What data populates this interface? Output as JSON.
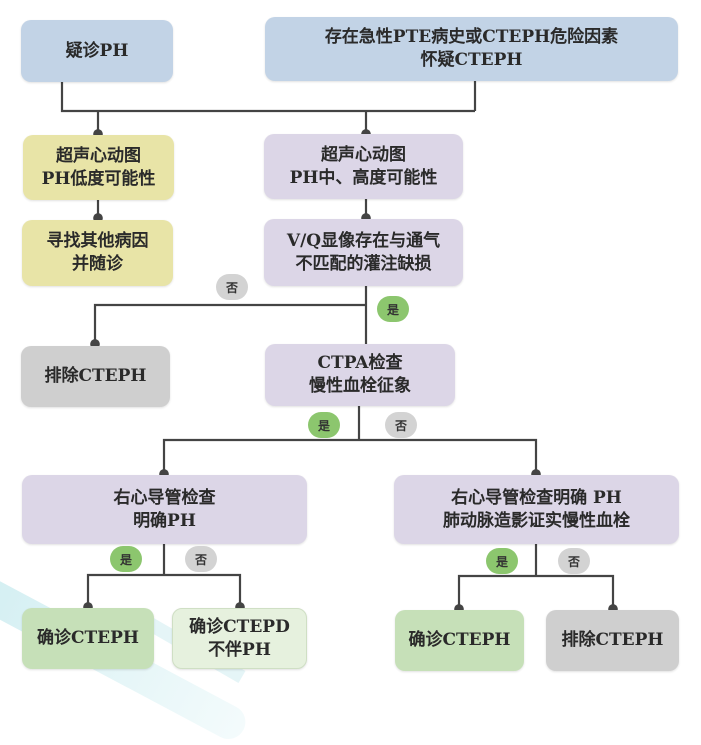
{
  "title": "CTEPH diagnostic flowchart",
  "colors": {
    "start": "#c2d3e6",
    "low_probability": "#e8e4a7",
    "process": "#dcd6e7",
    "exclude": "#cfcfcf",
    "confirm": "#c6e0b8",
    "confirm_light": "#e6f1de",
    "yes_badge": "#8cc66e",
    "no_badge": "#d3d3d3",
    "connector": "#444444"
  },
  "nodes": {
    "suspect_ph": {
      "lines": [
        "疑诊PH"
      ]
    },
    "pte_history": {
      "lines": [
        "存在急性PTE病史或CTEPH危险因素",
        "怀疑CTEPH"
      ]
    },
    "echo_low": {
      "lines": [
        "超声心动图",
        "PH低度可能性"
      ]
    },
    "echo_mid_high": {
      "lines": [
        "超声心动图",
        "PH中、高度可能性"
      ]
    },
    "other_causes": {
      "lines": [
        "寻找其他病因",
        "并随诊"
      ]
    },
    "vq_scan": {
      "lines": [
        "V/Q显像存在与通气",
        "不匹配的灌注缺损"
      ]
    },
    "exclude_cteph_1": {
      "lines": [
        "排除CTEPH"
      ]
    },
    "ctpa": {
      "lines": [
        "CTPA检查",
        "慢性血栓征象"
      ]
    },
    "rhc_left": {
      "lines": [
        "右心导管检查",
        "明确PH"
      ]
    },
    "rhc_right": {
      "lines": [
        "右心导管检查明确 PH",
        "肺动脉造影证实慢性血栓"
      ]
    },
    "confirm_cteph_left": {
      "lines": [
        "确诊CTEPH"
      ]
    },
    "confirm_ctepd": {
      "lines": [
        "确诊CTEPD",
        "不伴PH"
      ]
    },
    "confirm_cteph_right": {
      "lines": [
        "确诊CTEPH"
      ]
    },
    "exclude_cteph_2": {
      "lines": [
        "排除CTEPH"
      ]
    }
  },
  "badges": {
    "yes": "是",
    "no": "否"
  },
  "edges": [
    {
      "from": "suspect_ph",
      "to": "echo_mid_high"
    },
    {
      "from": "pte_history",
      "to": "echo_mid_high"
    },
    {
      "from": "echo_low",
      "to": "other_causes"
    },
    {
      "from": "echo_mid_high",
      "to": "vq_scan"
    },
    {
      "from": "vq_scan",
      "to": "exclude_cteph_1",
      "label": "否"
    },
    {
      "from": "vq_scan",
      "to": "ctpa",
      "label": "是"
    },
    {
      "from": "ctpa",
      "to": "rhc_left",
      "label": "是"
    },
    {
      "from": "ctpa",
      "to": "rhc_right",
      "label": "否"
    },
    {
      "from": "rhc_left",
      "to": "confirm_cteph_left",
      "label": "是"
    },
    {
      "from": "rhc_left",
      "to": "confirm_ctepd",
      "label": "否"
    },
    {
      "from": "rhc_right",
      "to": "confirm_cteph_right",
      "label": "是"
    },
    {
      "from": "rhc_right",
      "to": "exclude_cteph_2",
      "label": "否"
    }
  ]
}
